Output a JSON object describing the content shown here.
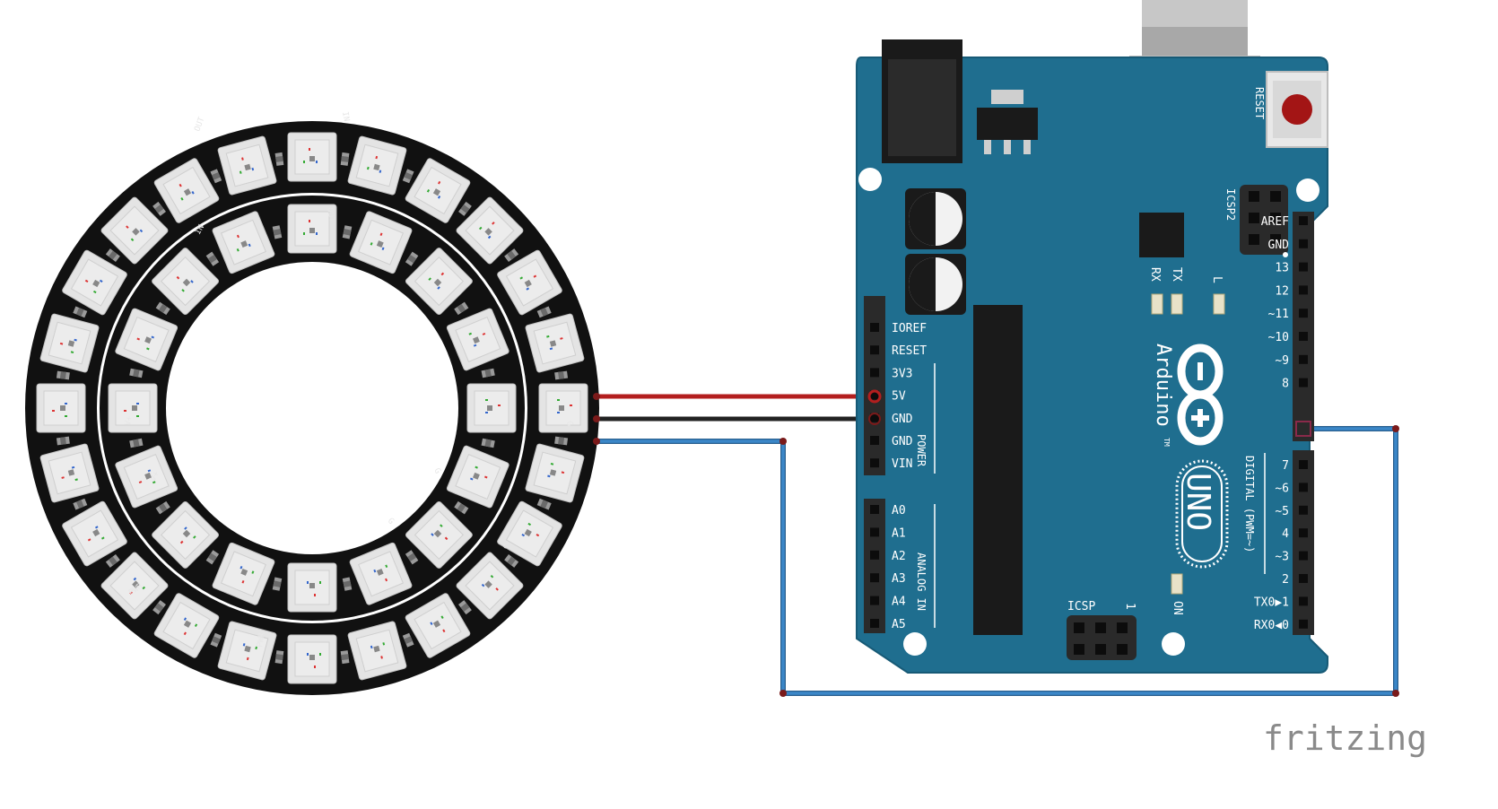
{
  "brand": {
    "text": "fritzing"
  },
  "ring": {
    "labels": [
      "OUT",
      "IN",
      "IN",
      "OUT",
      "V+",
      "V+",
      "G",
      "G",
      "G",
      "PWR",
      "PWR",
      "G"
    ]
  },
  "arduino": {
    "name": "Arduino",
    "model": "UNO",
    "tm": "TM",
    "reset_label": "RESET",
    "icsp2_label": "ICSP2",
    "icsp_label": "ICSP",
    "icsp_pin1": "1",
    "tx_label": "TX",
    "rx_label": "RX",
    "l_label": "L",
    "on_label": "ON",
    "power_section": "POWER",
    "analog_section": "ANALOG IN",
    "digital_section": "DIGITAL (PWM=~)",
    "power_pins": [
      "IOREF",
      "RESET",
      "3V3",
      "5V",
      "GND",
      "GND",
      "VIN"
    ],
    "analog_pins": [
      "A0",
      "A1",
      "A2",
      "A3",
      "A4",
      "A5"
    ],
    "digital_upper_pins": [
      "AREF",
      "GND",
      "13",
      "12",
      "~11",
      "~10",
      "~9",
      "8"
    ],
    "digital_lower_pins": [
      "7",
      "~6",
      "~5",
      "4",
      "~3",
      "2",
      "TX0▶1",
      "RX0◀0"
    ]
  },
  "colors": {
    "board": "#1f6e8f",
    "wire_5v": "#b31e1e",
    "wire_gnd": "#222222",
    "wire_data": "#3b87c8"
  }
}
